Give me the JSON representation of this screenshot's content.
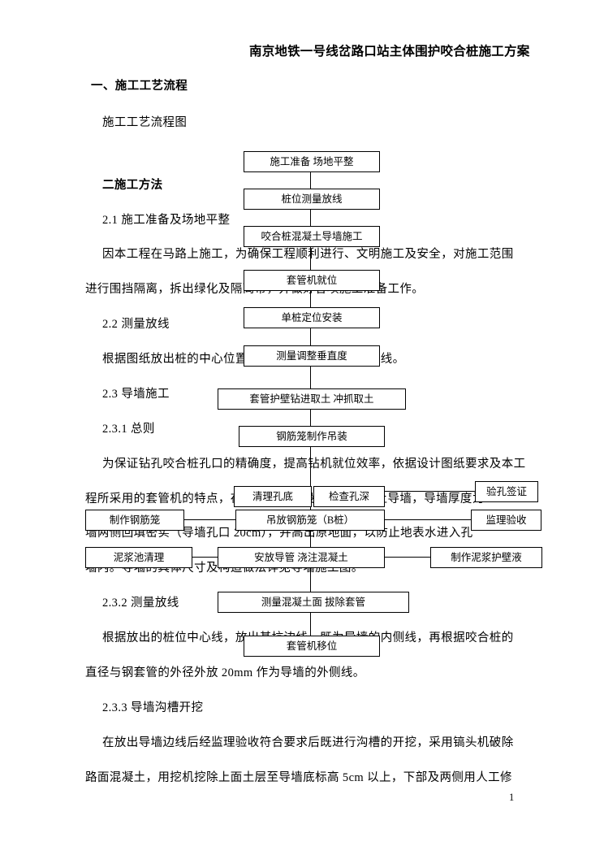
{
  "doc": {
    "title": "南京地铁一号线岔路口站主体围护咬合桩施工方案",
    "h1": "一、施工工艺流程",
    "flow_caption": "施工工艺流程图",
    "h2": "二施工方法",
    "s21": "2.1 施工准备及场地平整",
    "p1l1": "因本工程在马路上施工，为确保工程顺利进行、文明施工及安全，对施工范围",
    "p1l2": "进行围挡隔离，拆出绿化及隔离带，并做好各项施工准备工作。",
    "s22": "2.2 测量放线",
    "p2l1": "根据图纸放出桩的中心位置，并放出施工场地的范围线。",
    "s23": "2.3 导墙施工",
    "s231": "2.3.1 总则",
    "p3l1": "为保证钻孔咬合桩孔口的精确度，提高钻机就位效率，依据设计图纸要求及本工",
    "p3l2": "程所采用的套管机的特点，在咬合桩顶部设置钢筋混凝土导墙，导墙厚度为600",
    "p3l3": "墙两侧回填密实（导墙孔口 20cm），并高出原地面，以防止地表水进入孔",
    "p3l4": "墙内。导墙的具体尺寸及构造做法详见导墙施工图。",
    "s232": "2.3.2 测量放线",
    "p4l1": "根据放出的桩位中心线，放出基坑边线，既为导墙的内侧线，再根据咬合桩的",
    "p4l2": "直径与钢套管的外径外放 20mm 作为导墙的外侧线。",
    "s233": "2.3.3 导墙沟槽开挖",
    "p5l1": "在放出导墙边线后经监理验收符合要求后既进行沟槽的开挖，采用镐头机破除",
    "p5l2": "路面混凝土，用挖机挖除上面土层至导墙底标高 5cm 以上，下部及两侧用人工修",
    "page_number": "1"
  },
  "flow": {
    "b1": "施工准备  场地平整",
    "b2": "桩位测量放线",
    "b3": "咬合桩混凝土导墙施工",
    "b4": "套管机就位",
    "b5": "单桩定位安装",
    "b6": "测量调整垂直度",
    "b7": "套管护壁钻进取土  冲抓取土",
    "b8": "钢筋笼制作吊装",
    "b9a": "清理孔底",
    "b9b": "检查孔深",
    "b9r": "验孔签证",
    "b10l": "制作钢筋笼",
    "b10": "吊放钢筋笼（B桩）",
    "b10r": "监理验收",
    "b11l": "泥浆池清理",
    "b11": "安放导管  浇注混凝土",
    "b11r": "制作泥浆护壁液",
    "b12": "测量混凝土面  拔除套管",
    "b13": "套管机移位"
  }
}
